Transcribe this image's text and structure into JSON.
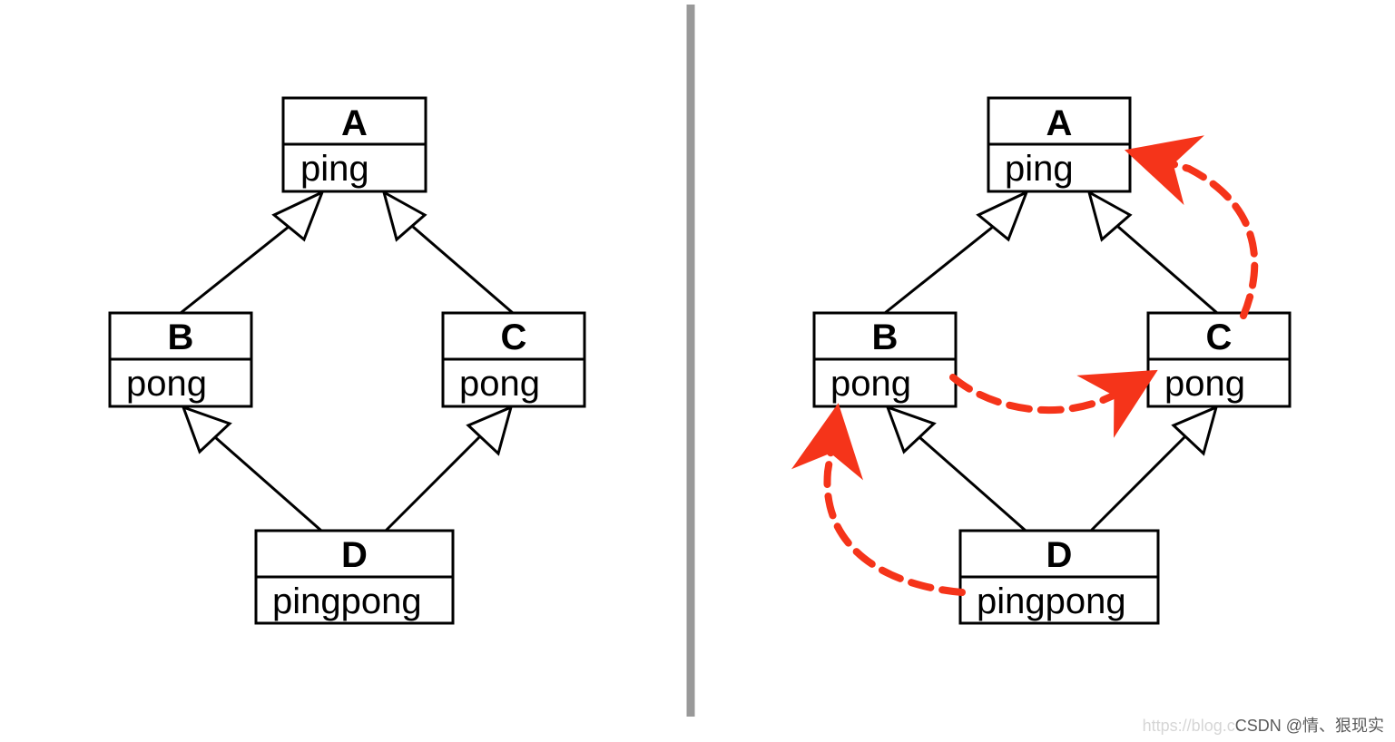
{
  "colors": {
    "box_stroke": "#000000",
    "divider": "#999999",
    "mro_arrow": "#f5341a",
    "background": "#ffffff"
  },
  "left_diagram": {
    "classes": [
      {
        "id": "A",
        "name": "A",
        "method": "ping"
      },
      {
        "id": "B",
        "name": "B",
        "method": "pong"
      },
      {
        "id": "C",
        "name": "C",
        "method": "pong"
      },
      {
        "id": "D",
        "name": "D",
        "method": "pingpong"
      }
    ],
    "inheritance": [
      {
        "child": "B",
        "parent": "A"
      },
      {
        "child": "C",
        "parent": "A"
      },
      {
        "child": "D",
        "parent": "B"
      },
      {
        "child": "D",
        "parent": "C"
      }
    ]
  },
  "right_diagram": {
    "classes": [
      {
        "id": "A",
        "name": "A",
        "method": "ping"
      },
      {
        "id": "B",
        "name": "B",
        "method": "pong"
      },
      {
        "id": "C",
        "name": "C",
        "method": "pong"
      },
      {
        "id": "D",
        "name": "D",
        "method": "pingpong"
      }
    ],
    "inheritance": [
      {
        "child": "B",
        "parent": "A"
      },
      {
        "child": "C",
        "parent": "A"
      },
      {
        "child": "D",
        "parent": "B"
      },
      {
        "child": "D",
        "parent": "C"
      }
    ],
    "resolution_order": [
      {
        "from": "D",
        "to": "B"
      },
      {
        "from": "B",
        "to": "C"
      },
      {
        "from": "C",
        "to": "A"
      }
    ]
  },
  "watermark": {
    "url_text": "https://blog.c",
    "brand_text": "CSDN @情、狠现实"
  }
}
